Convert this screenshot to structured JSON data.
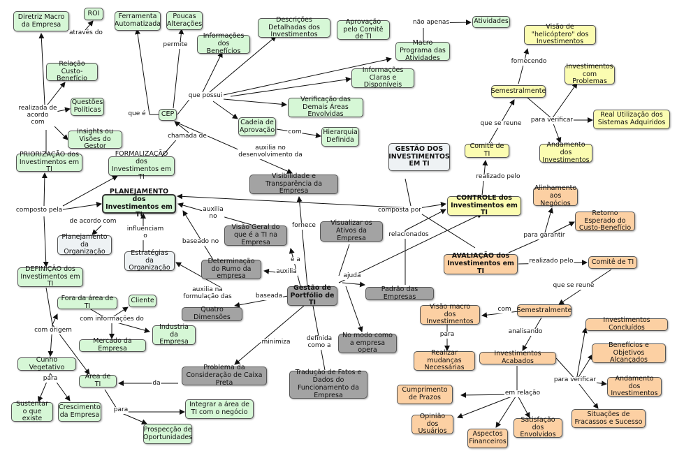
{
  "nodes": {
    "roi": "ROI",
    "diretriz": "Diretriz Macro da Empresa",
    "relacao": "Relação Custo-Benefício",
    "questoes": "Questões Políticas",
    "insights": "Insights ou Visões do Gestor",
    "priorizacao": "PRIORIZAÇÃO dos Investimentos em TI",
    "ferramenta": "Ferramenta Automatizada",
    "poucas": "Poucas Alterações",
    "infobeneficios": "Informações dos Benefícios",
    "descricoes": "Descrições Detalhadas dos Investimentos",
    "aprovacao": "Aprovação pelo Comitê de TI",
    "macroprograma": "Macro Programa das Atividades",
    "atividades": "Atividades",
    "infoclaras": "Informações Claras e Disponíveis",
    "verificacao": "Verificação das Demais Áreas Envolvidas",
    "cadeia": "Cadeia de Aprovação",
    "hierarquia": "Hierarquia Definida",
    "cep": "CEP",
    "formalizacao": "FORMALIZAÇÃO dos Investimentos em TI",
    "planejamento": "PLANEJAMENTO dos Investimentos em TI",
    "visibilidade": "Visibilidade e Transparência da Empresa",
    "gestaoinv": "GESTÃO DOS INVESTIMENTOS EM TI",
    "visaoHelic": "Visão de \"helicóptero\" dos Investimentos",
    "semestralY": "Semestralmente",
    "invProblemas": "Investimentos com Problemas",
    "realUtil": "Real Utilização dos Sistemas Adquiridos",
    "andamentoY": "Andamento dos Investimentos",
    "comiteY": "Comitê de TI",
    "controle": "CONTROLE dos Investimentos em TI",
    "alinhamento": "Alinhamento aos Negócios",
    "retorno": "Retorno Esperado do Custo-Benefício",
    "avaliacao": "AVALIAÇÃO dos Investimentos em TI",
    "comiteO": "Comitê de TI",
    "semestralO": "Semestralmente",
    "visaoMacro": "Visão macro dos Investimentos",
    "realizarMud": "Realizar mudanças Necessárias",
    "invAcabados": "Investimentos Acabados",
    "invConcluidos": "Investimentos Concluídos",
    "beneficios": "Benefícios e Objetivos Alcançados",
    "andamentoO": "Andamento dos Investimentos",
    "situacoes": "Situações de Fracassos e Sucesso",
    "cumprimento": "Cumprimento de Prazos",
    "opiniao": "Opinião dos Usuários",
    "aspectos": "Aspectos Financeiros",
    "satisfacao": "Satisfação dos Envolvidos",
    "planOrg": "Planejamento da Organização",
    "estrategias": "Estratégias da Organização",
    "visaoGeral": "Visão Geral do que é a TI na Empresa",
    "visualizar": "Visualizar os Ativos da Empresa",
    "determinacao": "Determinação do Rumo da empresa",
    "gestaoPort": "Gestão de Portfólio de TI",
    "padrao": "Padrão das Empresas",
    "quatroDim": "Quatro Dimensões",
    "noModo": "No modo como a empresa opera",
    "problema": "Problema da Consideração de Caixa Preta",
    "traducao": "Tradução de Fatos e Dados do Funcionamento da Empresa",
    "definicao": "DEFINIÇÃO dos Investimentos em TI",
    "foraArea": "Fora da área de TI",
    "cliente": "Cliente",
    "industria": "Industria da Empresa",
    "mercado": "Mercado da Empresa",
    "cunho": "Cunho Vegetativo",
    "areaTI": "Área de TI",
    "sustentar": "Sustentar o que existe",
    "crescimento": "Crescimento da Empresa",
    "integrar": "Integrar a área de TI com o negócio",
    "prospeccao": "Prospecção de Oportunidades"
  },
  "labels": {
    "atraves": "através do",
    "realizada": "realizada de\nacordo\ncom",
    "permite": "permite",
    "queE": "que é",
    "quePossui": "que possui",
    "naoApenas": "não apenas",
    "com1": "com",
    "chamada": "chamada de",
    "auxiliaDes": "auxilia no\ndesenvolvimento da",
    "compostoPela": "composto pela",
    "compostaPor": "composta por",
    "auxiliaNo": "auxilia\nno",
    "deAcordo": "de acordo com",
    "influenciam": "influenciam\no",
    "baseadoNo": "baseado no",
    "fornece": "fornece",
    "eA": "é a",
    "auxilia": "auxilia",
    "ajuda": "ajuda",
    "relacionados": "relacionados",
    "auxiliaForm": "auxilia na\nformulação das",
    "baseada": "baseada",
    "minimiza": "minimiza",
    "definida": "definida\ncomo a",
    "comOrigem": "com origem",
    "comInfo": "com informações do",
    "para1": "para",
    "da": "da",
    "para2": "para",
    "fornecendo": "fornecendo",
    "queSeReuneY": "que se reune",
    "paraVerificarY": "para verificar",
    "realizadoPeloY": "realizado pelo",
    "paraGarantir": "para garantir",
    "realizadoPeloO": "realizado pelo",
    "queSeReuneO": "que se reune",
    "com2": "com",
    "para3": "para",
    "analisando": "analisando",
    "paraVerificarO": "para verificar",
    "emRelacao": "em relação"
  },
  "colors": {
    "green": "#d6f7d6",
    "gray": "#a3a3a3",
    "yellow": "#fbfcb1",
    "orange": "#fcd0a3",
    "blue": "#eef2f4"
  }
}
